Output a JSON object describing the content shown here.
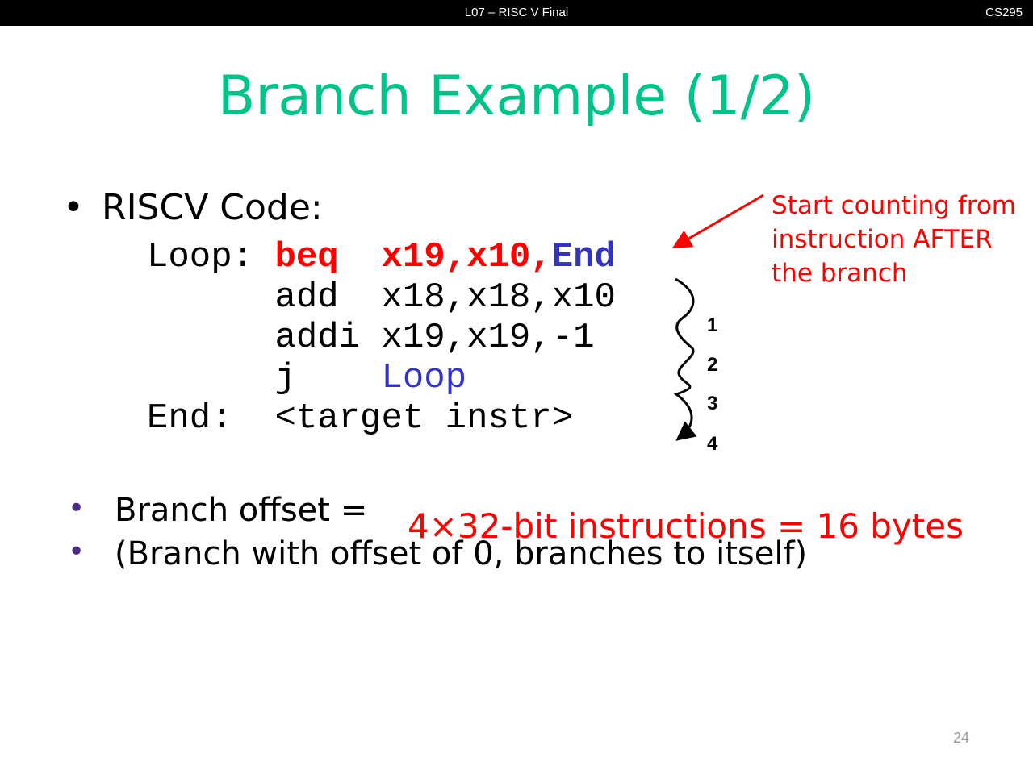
{
  "header": {
    "course_title": "L07 – RISC V Final",
    "course_code": "CS295"
  },
  "slide": {
    "title": "Branch Example (1/2)",
    "bullet_main": "RISCV Code:",
    "bullet_symbol": "•",
    "code": [
      {
        "label": "Loop: ",
        "op": "beq  ",
        "args_red": "x19,x10,",
        "args_blue": "End"
      },
      {
        "label": "      ",
        "op": "add  ",
        "args": "x18,x18,x10"
      },
      {
        "label": "      ",
        "op": "addi ",
        "args": "x19,x19,-1"
      },
      {
        "label": "      ",
        "op": "j    ",
        "args_blue": "Loop"
      },
      {
        "label": "End:  ",
        "op": "<target instr>"
      }
    ],
    "annotation": [
      "Start counting from",
      "instruction AFTER",
      "the branch"
    ],
    "count_labels": [
      "1",
      "2",
      "3",
      "4"
    ],
    "bullets": [
      "Branch offset =",
      "(Branch with offset of 0, branches to itself)"
    ],
    "answer": "4×32-bit instructions = 16 bytes",
    "page_number": "24"
  },
  "colors": {
    "title": "#00c389",
    "red": "#ff0000",
    "blue": "#3333cc",
    "bullet": "#4b2e83"
  }
}
